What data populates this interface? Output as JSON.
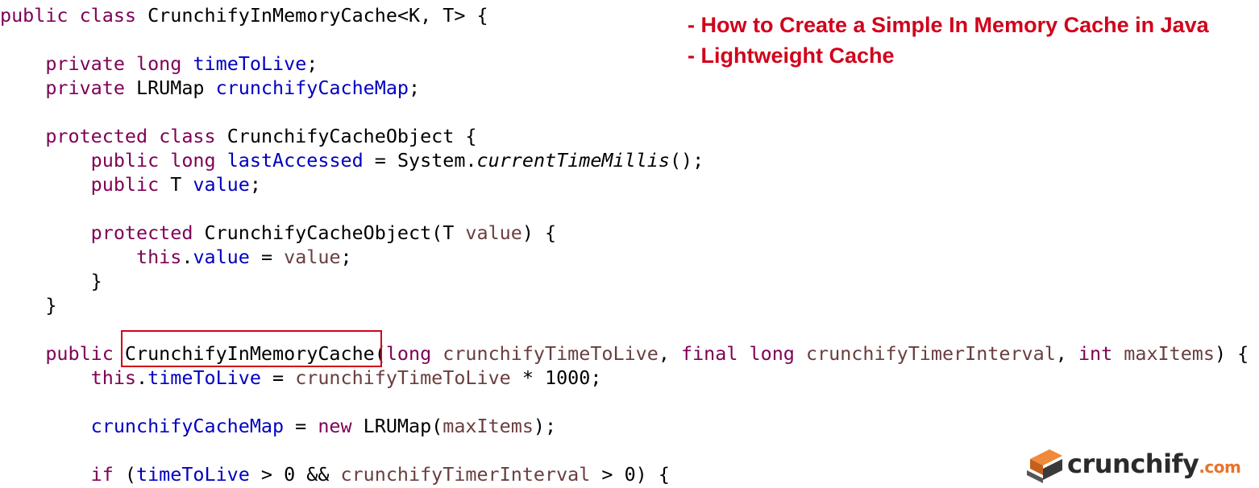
{
  "title_lines": [
    "- How to Create a Simple In Memory Cache in Java",
    "- Lightweight Cache"
  ],
  "logo": {
    "name": "crunchify",
    "suffix": ".com"
  },
  "code_lines": [
    [
      [
        "kw",
        "public"
      ],
      [
        "plain",
        " "
      ],
      [
        "kw",
        "class"
      ],
      [
        "plain",
        " CrunchifyInMemoryCache<K, T> {"
      ]
    ],
    [],
    [
      [
        "plain",
        "    "
      ],
      [
        "kw",
        "private"
      ],
      [
        "plain",
        " "
      ],
      [
        "kw",
        "long"
      ],
      [
        "plain",
        " "
      ],
      [
        "field",
        "timeToLive"
      ],
      [
        "plain",
        ";"
      ]
    ],
    [
      [
        "plain",
        "    "
      ],
      [
        "kw",
        "private"
      ],
      [
        "plain",
        " LRUMap "
      ],
      [
        "field",
        "crunchifyCacheMap"
      ],
      [
        "plain",
        ";"
      ]
    ],
    [],
    [
      [
        "plain",
        "    "
      ],
      [
        "kw",
        "protected"
      ],
      [
        "plain",
        " "
      ],
      [
        "kw",
        "class"
      ],
      [
        "plain",
        " CrunchifyCacheObject {"
      ]
    ],
    [
      [
        "plain",
        "        "
      ],
      [
        "kw",
        "public"
      ],
      [
        "plain",
        " "
      ],
      [
        "kw",
        "long"
      ],
      [
        "plain",
        " "
      ],
      [
        "field",
        "lastAccessed"
      ],
      [
        "plain",
        " = System."
      ],
      [
        "italic",
        "currentTimeMillis"
      ],
      [
        "plain",
        "();"
      ]
    ],
    [
      [
        "plain",
        "        "
      ],
      [
        "kw",
        "public"
      ],
      [
        "plain",
        " T "
      ],
      [
        "field",
        "value"
      ],
      [
        "plain",
        ";"
      ]
    ],
    [],
    [
      [
        "plain",
        "        "
      ],
      [
        "kw",
        "protected"
      ],
      [
        "plain",
        " CrunchifyCacheObject(T "
      ],
      [
        "param",
        "value"
      ],
      [
        "plain",
        ") {"
      ]
    ],
    [
      [
        "plain",
        "            "
      ],
      [
        "kw",
        "this"
      ],
      [
        "plain",
        "."
      ],
      [
        "field",
        "value"
      ],
      [
        "plain",
        " = "
      ],
      [
        "param",
        "value"
      ],
      [
        "plain",
        ";"
      ]
    ],
    [
      [
        "plain",
        "        }"
      ]
    ],
    [
      [
        "plain",
        "    }"
      ]
    ],
    [],
    [
      [
        "plain",
        "    "
      ],
      [
        "kw",
        "public"
      ],
      [
        "plain",
        " CrunchifyInMemoryCache("
      ],
      [
        "kw",
        "long"
      ],
      [
        "plain",
        " "
      ],
      [
        "param",
        "crunchifyTimeToLive"
      ],
      [
        "plain",
        ", "
      ],
      [
        "kw",
        "final"
      ],
      [
        "plain",
        " "
      ],
      [
        "kw",
        "long"
      ],
      [
        "plain",
        " "
      ],
      [
        "param",
        "crunchifyTimerInterval"
      ],
      [
        "plain",
        ", "
      ],
      [
        "kw",
        "int"
      ],
      [
        "plain",
        " "
      ],
      [
        "param",
        "maxItems"
      ],
      [
        "plain",
        ") {"
      ]
    ],
    [
      [
        "plain",
        "        "
      ],
      [
        "kw",
        "this"
      ],
      [
        "plain",
        "."
      ],
      [
        "field",
        "timeToLive"
      ],
      [
        "plain",
        " = "
      ],
      [
        "param",
        "crunchifyTimeToLive"
      ],
      [
        "plain",
        " * 1000;"
      ]
    ],
    [],
    [
      [
        "plain",
        "        "
      ],
      [
        "field",
        "crunchifyCacheMap"
      ],
      [
        "plain",
        " = "
      ],
      [
        "kw",
        "new"
      ],
      [
        "plain",
        " LRUMap("
      ],
      [
        "param",
        "maxItems"
      ],
      [
        "plain",
        ");"
      ]
    ],
    [],
    [
      [
        "plain",
        "        "
      ],
      [
        "kw",
        "if"
      ],
      [
        "plain",
        " ("
      ],
      [
        "field",
        "timeToLive"
      ],
      [
        "plain",
        " > 0 && "
      ],
      [
        "param",
        "crunchifyTimerInterval"
      ],
      [
        "plain",
        " > 0) {"
      ]
    ]
  ],
  "colors": {
    "keyword": "#7f0055",
    "field": "#0000c0",
    "parameter": "#6a3e3e",
    "title": "#d0021b",
    "highlight_border": "#d0021b",
    "logo_accent": "#e8732a"
  }
}
